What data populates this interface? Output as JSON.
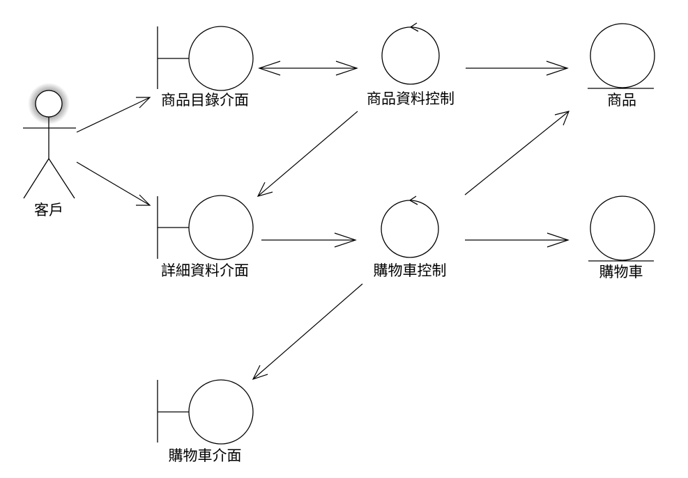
{
  "diagram": {
    "actor": {
      "label": "客戶"
    },
    "boundaries": {
      "catalog_ui": {
        "label": "商品目錄介面"
      },
      "detail_ui": {
        "label": "詳細資料介面"
      },
      "cart_ui": {
        "label": "購物車介面"
      }
    },
    "controls": {
      "product_control": {
        "label": "商品資料控制"
      },
      "cart_control": {
        "label": "購物車控制"
      }
    },
    "entities": {
      "product": {
        "label": "商品"
      },
      "cart": {
        "label": "購物車"
      }
    }
  },
  "colors": {
    "line": "#000000",
    "actor_glow": "#9a9a9a",
    "background": "#ffffff"
  }
}
